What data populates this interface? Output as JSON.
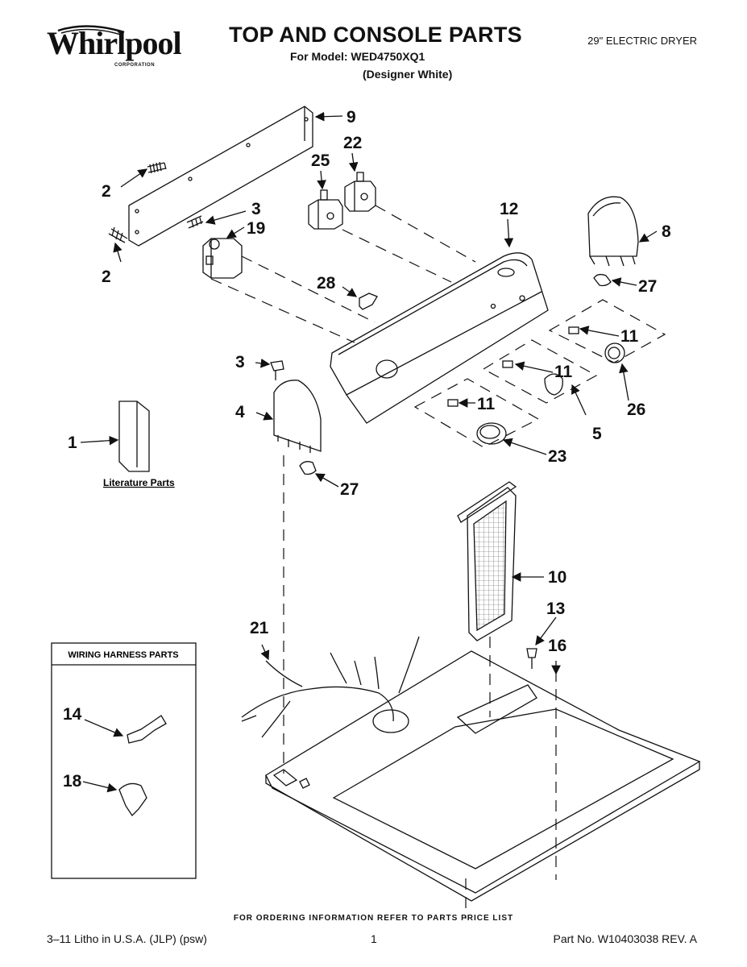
{
  "header": {
    "brand": "Whirlpool",
    "brand_sub": "CORPORATION",
    "title": "TOP AND CONSOLE PARTS",
    "model": "For Model: WED4750XQ1",
    "variant": "(Designer White)",
    "product": "29\" ELECTRIC DRYER"
  },
  "callouts": {
    "c1": "1",
    "c2a": "2",
    "c2b": "2",
    "c3a": "3",
    "c3b": "3",
    "c4": "4",
    "c5": "5",
    "c8": "8",
    "c9": "9",
    "c10": "10",
    "c11a": "11",
    "c11b": "11",
    "c11c": "11",
    "c12": "12",
    "c13": "13",
    "c14": "14",
    "c16": "16",
    "c18": "18",
    "c19": "19",
    "c21": "21",
    "c22": "22",
    "c23": "23",
    "c25": "25",
    "c26": "26",
    "c27a": "27",
    "c27b": "27",
    "c28": "28"
  },
  "labels": {
    "literature": "Literature Parts",
    "wiring_box_title": "WIRING HARNESS PARTS"
  },
  "footer": {
    "notice": "FOR ORDERING INFORMATION REFER TO PARTS PRICE LIST",
    "litho": "3–11 Litho in U.S.A. (JLP) (psw)",
    "page": "1",
    "part_no": "Part No. W10403038 REV. A"
  }
}
